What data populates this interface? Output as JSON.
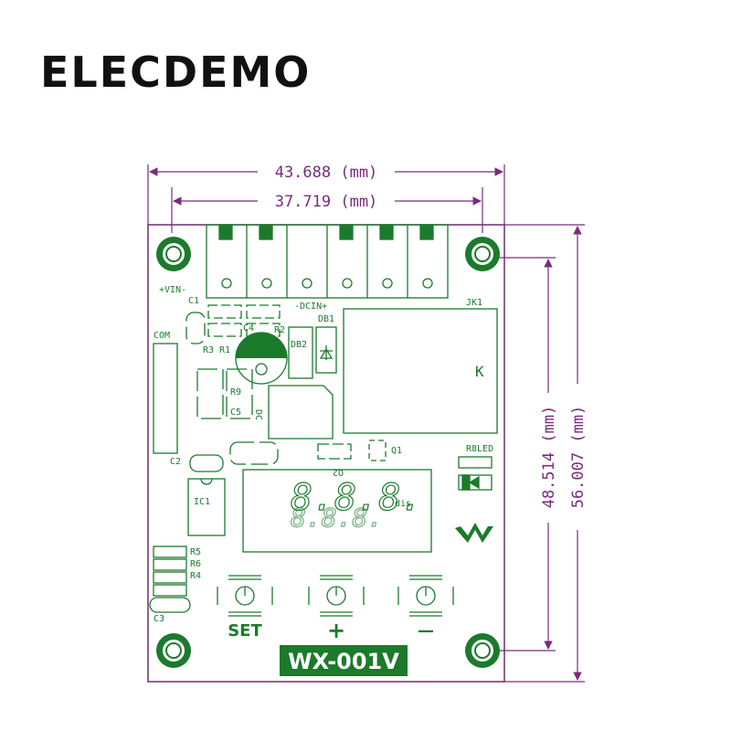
{
  "brand": "ELECDEMO",
  "dimensions": {
    "outer_width": "43.688 (mm)",
    "inner_width": "37.719 (mm)",
    "inner_height": "48.514 (mm)",
    "outer_height": "56.007 (mm)"
  },
  "labels": {
    "vin": "+VIN-",
    "dcin": "-DCIN+",
    "c1": "C1",
    "c4": "C4",
    "r2": "R2",
    "r3r1": "R3 R1",
    "db1": "DB1",
    "db2": "DB2",
    "com": "COM",
    "jk1": "JK1",
    "k": "K",
    "r9": "R9",
    "c5": "C5",
    "dc": "DC",
    "c2": "C2",
    "q1": "Q1",
    "r8led": "R8LED",
    "q2": "Q2",
    "ic1": "IC1",
    "r5": "R5",
    "r6": "R6",
    "r4": "R4",
    "c3": "C3",
    "dis": "dis",
    "display_top": "8.8.8.",
    "display_bottom": "8.8.8.",
    "btn_set": "SET",
    "btn_plus": "+",
    "btn_minus": "—",
    "model": "WX-001V"
  },
  "colors": {
    "silkscreen": "#1b7a2c",
    "dimension": "#7a2c7c",
    "board": "#6b2d6e"
  }
}
